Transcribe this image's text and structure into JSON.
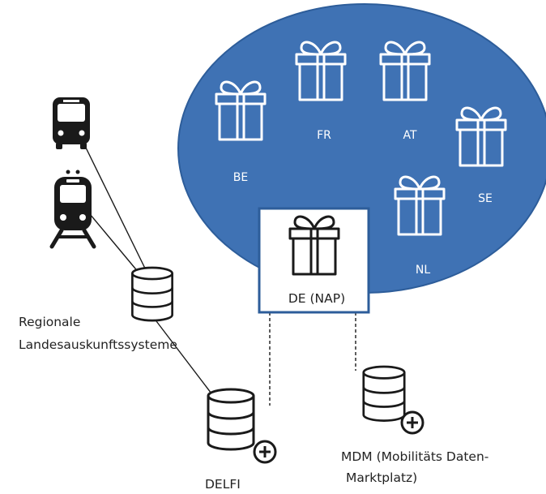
{
  "colors": {
    "ellipse_fill": "#3f72b4",
    "ellipse_stroke": "#2d5d9a",
    "white": "#ffffff",
    "dark": "#1a1a1a",
    "text_dark": "#222222"
  },
  "nodes": {
    "countries": {
      "be": "BE",
      "fr": "FR",
      "at": "AT",
      "se": "SE",
      "nl": "NL"
    },
    "de_nap": "DE (NAP)",
    "regional_line1": "Regionale",
    "regional_line2": "Landesauskunftssysteme",
    "delfi": "DELFI",
    "mdm_line1": "MDM (Mobilitäts Daten-",
    "mdm_line2": "Marktplatz)"
  },
  "icons": {
    "gift": "gift-icon",
    "bus": "bus-icon",
    "train": "train-icon",
    "database": "database-icon",
    "database_plus": "database-plus-icon"
  }
}
